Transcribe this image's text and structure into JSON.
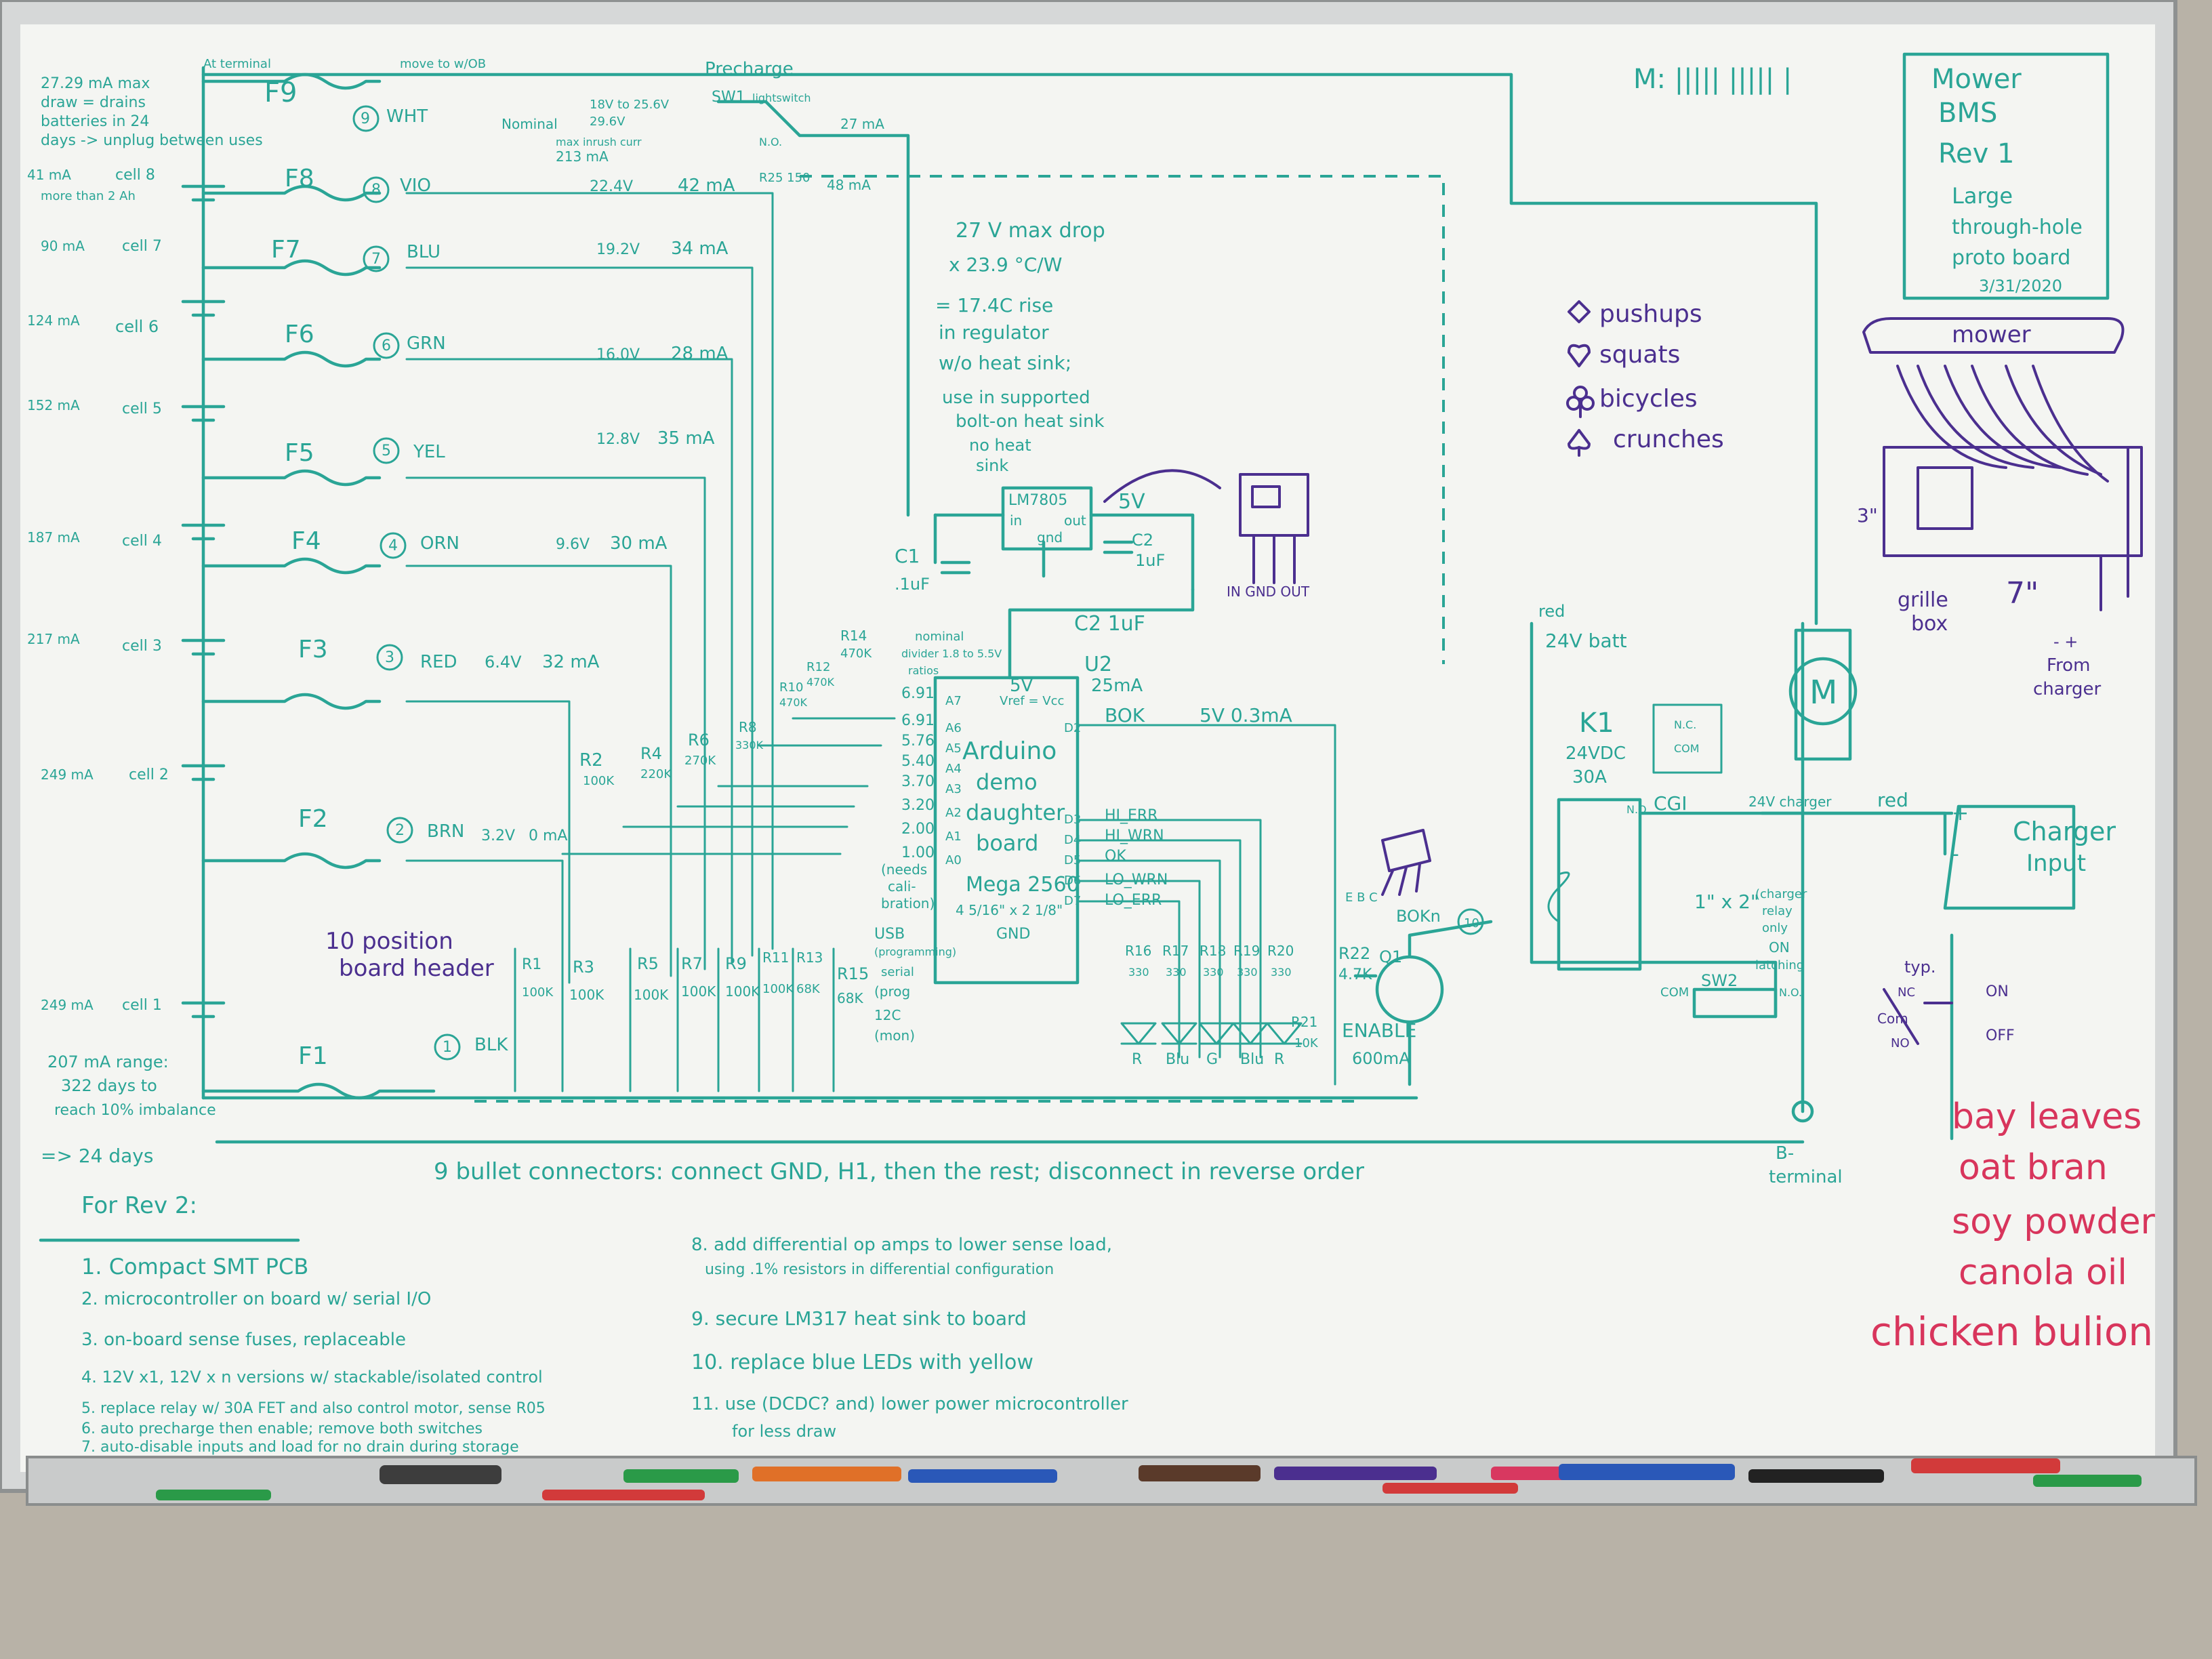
{
  "fuse_panel": {
    "top_note": [
      "27.29 mA max",
      "draw = drains",
      "batteries in 24",
      "days -> unplug between uses"
    ],
    "f9": "F9",
    "terminal": "At terminal",
    "move_note": "move to w/OB",
    "precharge": "Precharge",
    "sw1": "SW1",
    "sw1_note": "lightswitch",
    "nominal": "Nominal",
    "v_range": "18V to 25.6V",
    "v_range2": "29.6V",
    "inrush": "max inrush curr",
    "inrush_val": "213 mA",
    "r25": "R25 150",
    "no": "N.O.",
    "i27": "27 mA",
    "i48": "48 mA"
  },
  "cells": [
    {
      "draw": "41 mA",
      "label": "cell 8",
      "fuse": "F8",
      "num": "8",
      "wire": "VIO",
      "voltage": "22.4V",
      "current": "42 mA",
      "extra": "more than 2 Ah"
    },
    {
      "draw": "90 mA",
      "label": "cell 7",
      "fuse": "F7",
      "num": "7",
      "wire": "BLU",
      "voltage": "19.2V",
      "current": "34 mA"
    },
    {
      "draw": "124 mA",
      "label": "cell 6",
      "fuse": "F6",
      "num": "6",
      "wire": "GRN",
      "voltage": "16.0V",
      "current": "28 mA"
    },
    {
      "draw": "152 mA",
      "label": "cell 5",
      "fuse": "F5",
      "num": "5",
      "wire": "YEL",
      "voltage": "12.8V",
      "current": "35 mA"
    },
    {
      "draw": "187 mA",
      "label": "cell 4",
      "fuse": "F4",
      "num": "4",
      "wire": "ORN",
      "voltage": "9.6V",
      "current": "30 mA"
    },
    {
      "draw": "217 mA",
      "label": "cell 3",
      "fuse": "F3",
      "num": "3",
      "wire": "RED",
      "voltage": "6.4V",
      "current": "32 mA"
    },
    {
      "draw": "249 mA",
      "label": "cell 2",
      "fuse": "F2",
      "num": "2",
      "wire": "BRN",
      "voltage": "3.2V",
      "current": "0 mA"
    },
    {
      "draw": "249 mA",
      "label": "cell 1",
      "fuse": "F1",
      "num": "1",
      "wire": "BLK",
      "voltage": "",
      "current": ""
    }
  ],
  "wht": {
    "num": "9",
    "wire": "WHT"
  },
  "range_note": [
    "207 mA range:",
    "322 days to",
    "reach 10% imbalance",
    "=> 24 days"
  ],
  "header_note": [
    "10 position",
    "board header"
  ],
  "bullet_note": "9 bullet connectors: connect GND, H1, then the rest; disconnect in reverse order",
  "regulator": {
    "notes": [
      "27 V max drop",
      "x 23.9 °C/W",
      "= 17.4C rise",
      "in regulator",
      "w/o heat sink;",
      "use in supported",
      "bolt-on heat sink",
      "no heat",
      "sink"
    ],
    "chip": "LM7805",
    "pins": [
      "in",
      "out",
      "gnd"
    ],
    "v5": "5V",
    "c1": "C1",
    "c1v": ".1uF",
    "c2": "C2",
    "c2v": "1uF",
    "pinout": "IN GND OUT"
  },
  "arduino": {
    "c2": "C2 1uF",
    "u2": "U2",
    "u2i": "25mA",
    "v5": "5V",
    "vref": "Vref = Vcc",
    "pins_left": [
      "A7",
      "A6",
      "A5",
      "A4",
      "A3",
      "A2",
      "A1",
      "A0"
    ],
    "volts": [
      "6.91",
      "6.91",
      "5.76",
      "5.40",
      "3.70",
      "3.20",
      "2.00",
      "1.00"
    ],
    "pins_right": [
      "D2",
      "D3",
      "D4",
      "D5",
      "D6",
      "D7"
    ],
    "signals": [
      "BOK",
      "HI_ERR",
      "HI_WRN",
      "OK",
      "LO_WRN",
      "LO_ERR"
    ],
    "title": [
      "Arduino",
      "demo",
      "daughter",
      "board"
    ],
    "mega": "Mega 2560",
    "size": "4 5/16\" x 2 1/8\"",
    "gnd": "GND",
    "r14": "R14",
    "r14v": "470K",
    "nominal": [
      "nominal",
      "divider 1.8 to 5.5V",
      "ratios"
    ],
    "needs": [
      "(needs",
      "cali-",
      "bration)"
    ],
    "usb": [
      "USB",
      "(programming)",
      "serial",
      "(prog",
      "12C",
      "(mon)"
    ],
    "bok": "BOK",
    "v5i": "5V 0.3mA"
  },
  "resistors": {
    "top": [
      {
        "name": "R2",
        "val": "100K"
      },
      {
        "name": "R4",
        "val": "220K"
      },
      {
        "name": "R6",
        "val": "270K"
      },
      {
        "name": "R8",
        "val": "330K"
      },
      {
        "name": "R10",
        "val": "470K"
      },
      {
        "name": "R12",
        "val": "470K"
      }
    ],
    "bottom": [
      {
        "name": "R1",
        "val": "100K"
      },
      {
        "name": "R3",
        "val": "100K"
      },
      {
        "name": "R5",
        "val": "100K"
      },
      {
        "name": "R7",
        "val": "100K"
      },
      {
        "name": "R9",
        "val": "100K"
      },
      {
        "name": "R11",
        "val": "100K"
      },
      {
        "name": "R13",
        "val": "68K"
      },
      {
        "name": "R15",
        "val": "68K"
      }
    ],
    "leds": [
      {
        "name": "R16",
        "val": "330",
        "color": "R"
      },
      {
        "name": "R17",
        "val": "330",
        "color": "Blu"
      },
      {
        "name": "R18",
        "val": "330",
        "color": "G"
      },
      {
        "name": "R19",
        "val": "330",
        "color": "Blu"
      },
      {
        "name": "R20",
        "val": "330",
        "color": "R"
      }
    ],
    "r21": "R21",
    "r21v": "10K",
    "r22": "R22",
    "r22v": "4.7K"
  },
  "transistor": {
    "q1": "Q1",
    "pins": "E B C",
    "bok": "BOKn",
    "ten": "10",
    "enable": "ENABLE",
    "enable_i": "600mA"
  },
  "relay": {
    "k1": "K1",
    "rating": "24VDC",
    "amps": "30A",
    "no": "N.O.",
    "nc": "N.C.",
    "com": "COM",
    "size": "1\" x 2\"",
    "cgi": "CGI",
    "red1": "red",
    "batt": "24V batt",
    "charger": "24V charger",
    "red2": "red",
    "sw2": "SW2",
    "sw2_note": [
      "(charger",
      "relay",
      "only",
      "ON",
      "latching"
    ],
    "com2": "COM",
    "no2": "N.O."
  },
  "charger": {
    "label": [
      "Charger",
      "Input"
    ],
    "plus": "+",
    "minus": "-"
  },
  "switch_diag": {
    "typ": "typ.",
    "nc": "NC",
    "com": "Com",
    "no": "NO",
    "on": "ON",
    "off": "OFF"
  },
  "motor": {
    "m": "M",
    "bterm": [
      "B-",
      "terminal"
    ]
  },
  "title_box": [
    "Mower",
    "BMS",
    "Rev 1",
    "Large",
    "through-hole",
    "proto board",
    "3/31/2020"
  ],
  "tally": "M: ||||| ||||| |",
  "suits": [
    {
      "symbol": "diamond",
      "text": "pushups"
    },
    {
      "symbol": "heart",
      "text": "squats"
    },
    {
      "symbol": "club",
      "text": "bicycles"
    },
    {
      "symbol": "spade",
      "text": "crunches"
    }
  ],
  "mower_sketch": {
    "label": "mower",
    "three": "3\"",
    "grille": [
      "grille",
      "box"
    ],
    "seven": "7\"",
    "pm": "- +",
    "from": [
      "From",
      "charger"
    ]
  },
  "rev2": {
    "title": "For Rev 2:",
    "items_left": [
      "1. Compact SMT PCB",
      "2. microcontroller on board w/ serial I/O",
      "3. on-board sense fuses, replaceable",
      "4. 12V x1, 12V x n  versions w/ stackable/isolated control",
      "5. replace relay w/ 30A FET and also control motor, sense R05",
      "6. auto precharge then enable; remove both switches",
      "7. auto-disable inputs and load for no drain during storage"
    ],
    "items_right": [
      "8. add differential op amps to lower sense load,",
      "    using .1% resistors in differential configuration",
      "9. secure LM317 heat sink to board",
      "10. replace blue LEDs with yellow",
      "11. use (DCDC? and) lower power microcontroller",
      "      for less draw"
    ]
  },
  "grocery": [
    "bay leaves",
    "oat bran",
    "soy powder",
    "canola oil",
    "chicken bulion"
  ],
  "colors": {
    "ink": "#2aa596",
    "purple": "#4b2f8f",
    "red": "#d8355c",
    "board": "#f4f5f2"
  }
}
